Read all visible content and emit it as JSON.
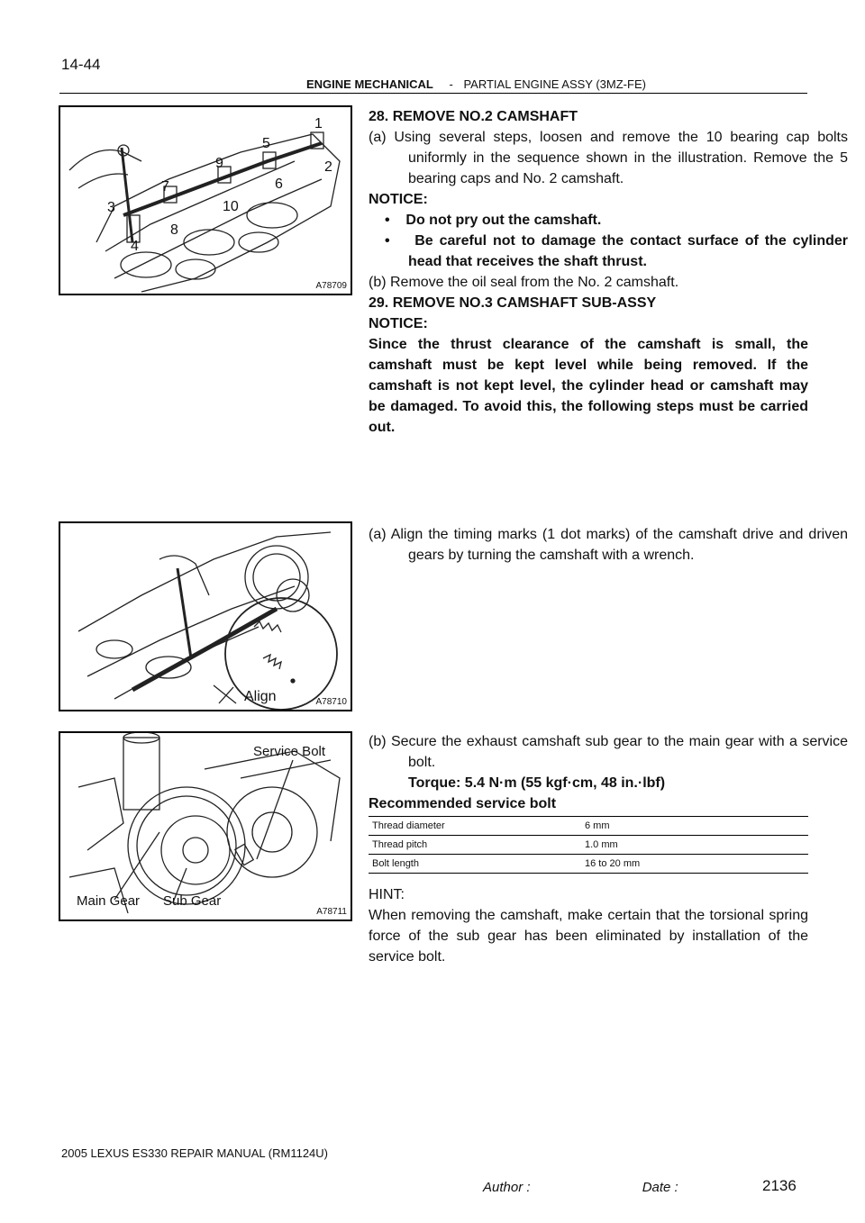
{
  "header": {
    "page_number": "14-44",
    "section": "ENGINE MECHANICAL",
    "separator": "-",
    "subsection": "PARTIAL ENGINE ASSY (3MZ-FE)"
  },
  "figures": {
    "fig1": {
      "id": "A78709",
      "callouts": [
        "1",
        "2",
        "3",
        "4",
        "5",
        "6",
        "7",
        "8",
        "9",
        "10"
      ]
    },
    "fig2": {
      "id": "A78710",
      "callouts": [
        "Align"
      ]
    },
    "fig3": {
      "id": "A78711",
      "callouts": [
        "Service Bolt",
        "Main Gear",
        "Sub Gear"
      ]
    }
  },
  "content": {
    "s28_title": "28.   REMOVE NO.2 CAMSHAFT",
    "s28_a": "(a)    Using several steps, loosen and remove the 10 bearing cap bolts uniformly in the sequence shown in the illustration. Remove the 5 bearing caps and No. 2 camshaft.",
    "notice1_label": "NOTICE:",
    "notice1_bullets": [
      "Do not pry out the camshaft.",
      "Be careful not to damage the contact surface of the cylinder head that receives the shaft thrust."
    ],
    "s28_b": "(b)    Remove the oil seal from the No. 2 camshaft.",
    "s29_title": "29.   REMOVE NO.3 CAMSHAFT SUB-ASSY",
    "notice2_label": "NOTICE:",
    "notice2_text": "Since the thrust clearance of the camshaft is small, the camshaft must be kept level while being removed. If the camshaft is not kept level, the cylinder head or camshaft may be damaged. To avoid this, the following steps must be carried out.",
    "s29_a": "(a)    Align the timing marks (1 dot marks) of the camshaft drive and driven gears by turning the camshaft with a wrench.",
    "s29_b": "(b)    Secure the exhaust camshaft sub gear to the main gear with a service bolt.",
    "torque": "Torque: 5.4 N·m (55 kgf·cm, 48 in.·lbf)",
    "rec_label": "Recommended service bolt",
    "spec_table": [
      [
        "Thread diameter",
        "6 mm"
      ],
      [
        "Thread pitch",
        "1.0 mm"
      ],
      [
        "Bolt length",
        "16 to 20 mm"
      ]
    ],
    "hint_label": "HINT:",
    "hint_text": "When removing the camshaft, make certain that the torsional spring force of the sub gear has been eliminated by installation of the service bolt."
  },
  "footer": {
    "manual": "2005 LEXUS ES330 REPAIR MANUAL   (RM1124U)",
    "author": "Author :",
    "date": "Date :",
    "page_total": "2136"
  }
}
